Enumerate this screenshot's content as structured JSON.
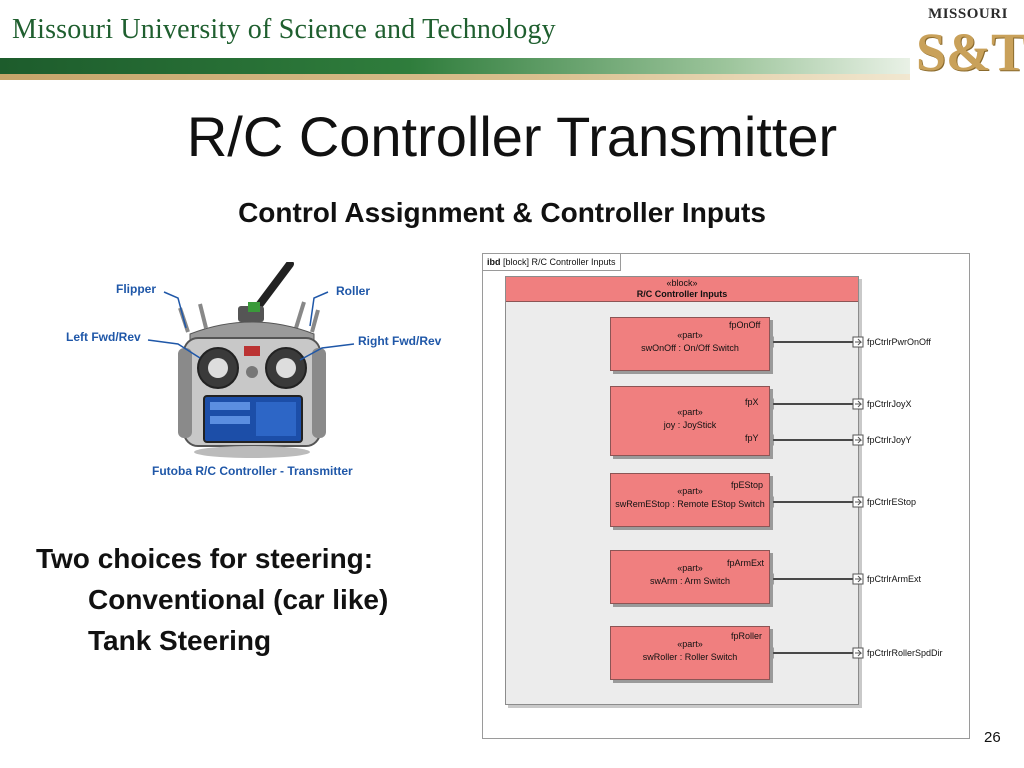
{
  "header": {
    "university_name": "Missouri University of Science and Technology",
    "logo_top": "MISSOURI",
    "logo_main": "S&T",
    "colors": {
      "green": "#1d5c2c",
      "gold": "#c9a15a"
    }
  },
  "slide": {
    "title": "R/C Controller Transmitter",
    "subtitle": "Control Assignment & Controller Inputs",
    "page_number": "26"
  },
  "photo": {
    "labels": {
      "flipper": "Flipper",
      "roller": "Roller",
      "left": "Left Fwd/Rev",
      "right": "Right Fwd/Rev"
    },
    "caption": "Futoba R/C Controller - Transmitter"
  },
  "steering": {
    "heading": "Two choices for steering:",
    "options": [
      "Conventional (car like)",
      "Tank Steering"
    ]
  },
  "ibd": {
    "frame_kind": "ibd",
    "frame_label": "[block] R/C Controller Inputs",
    "block_stereotype": "«block»",
    "block_name": "R/C Controller Inputs",
    "part_stereotype": "«part»",
    "parts": [
      {
        "name": "swOnOff : On/Off Switch",
        "ports": [
          "fpOnOff"
        ],
        "external": [
          "fpCtrlrPwrOnOff"
        ]
      },
      {
        "name": "joy : JoyStick",
        "ports": [
          "fpX",
          "fpY"
        ],
        "external": [
          "fpCtrlrJoyX",
          "fpCtrlrJoyY"
        ]
      },
      {
        "name": "swRemEStop : Remote EStop Switch",
        "ports": [
          "fpEStop"
        ],
        "external": [
          "fpCtrlrEStop"
        ]
      },
      {
        "name": "swArm : Arm Switch",
        "ports": [
          "fpArmExt"
        ],
        "external": [
          "fpCtrlrArmExt"
        ]
      },
      {
        "name": "swRoller : Roller Switch",
        "ports": [
          "fpRoller"
        ],
        "external": [
          "fpCtrlrRollerSpdDir"
        ]
      }
    ],
    "colors": {
      "part_fill": "#f07f7f",
      "frame_border": "#9a9a9a"
    }
  }
}
